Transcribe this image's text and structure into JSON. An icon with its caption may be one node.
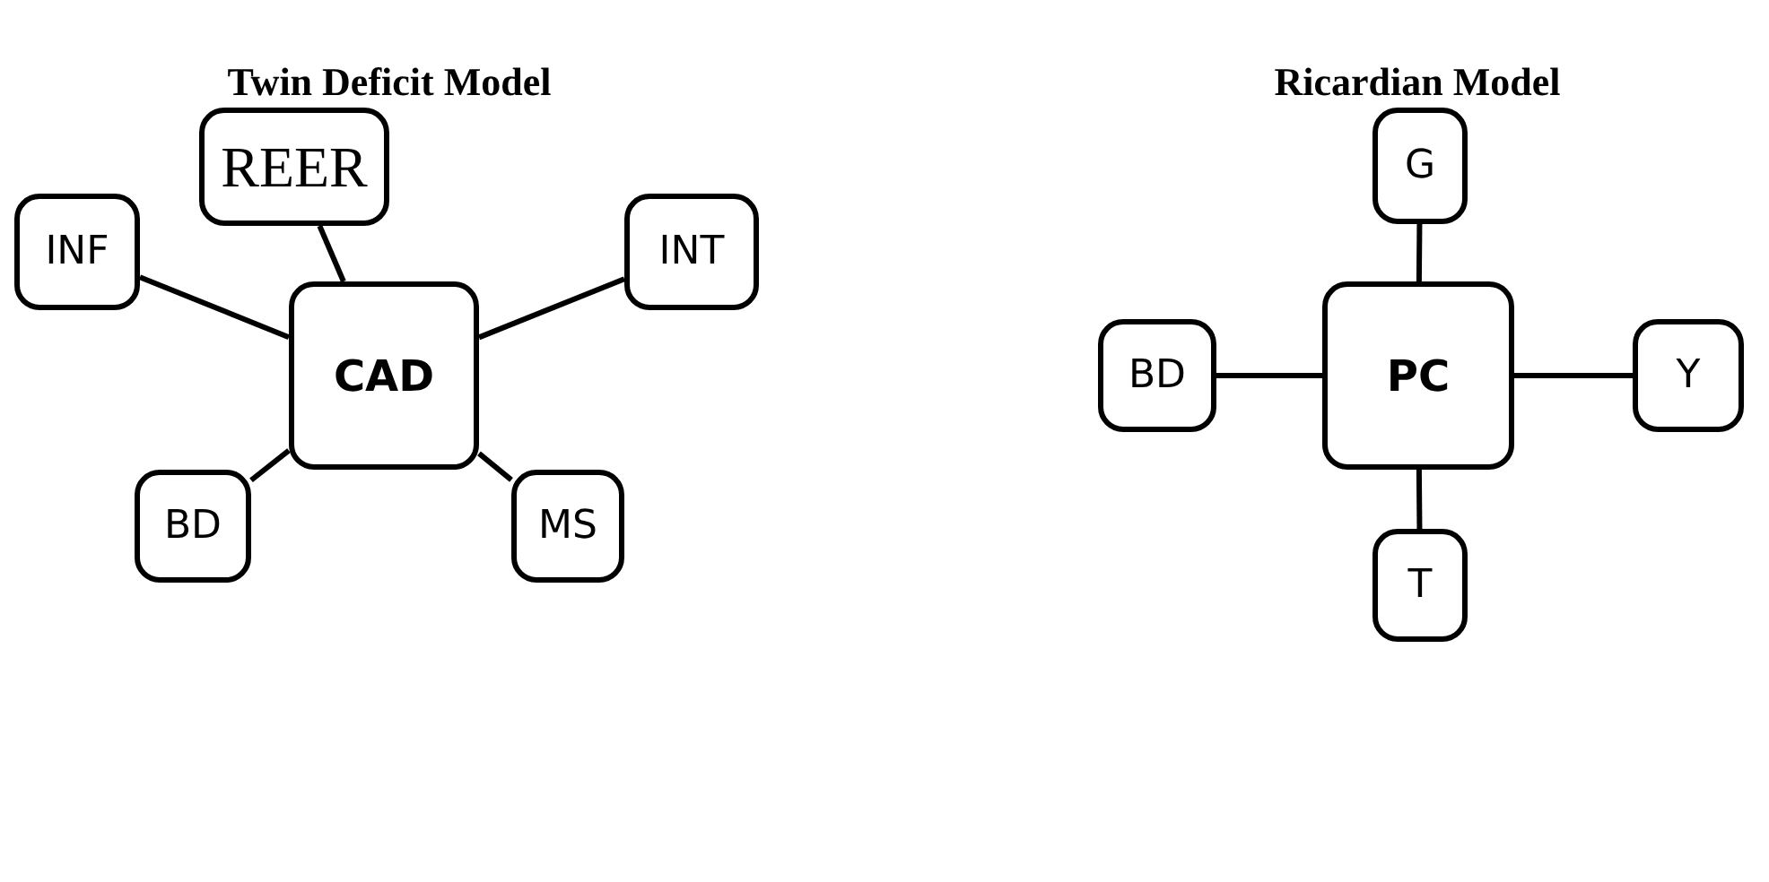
{
  "diagram": {
    "nodes": [
      {
        "text": [
          "CAD"
        ]
      },
      {
        "text": [
          "REER"
        ]
      },
      {
        "text": [
          "INF"
        ]
      },
      {
        "text": [
          "INT"
        ]
      },
      {
        "text": [
          "BD"
        ]
      },
      {
        "text": [
          "MS"
        ]
      },
      {
        "text": [
          "PC"
        ]
      },
      {
        "text": [
          "G"
        ]
      },
      {
        "text": [
          "BD"
        ]
      },
      {
        "text": [
          "Y"
        ]
      },
      {
        "text": [
          "T"
        ]
      }
    ],
    "edges": [
      {
        "from": 0,
        "to": 1,
        "arrow": "none"
      },
      {
        "from": 0,
        "to": 2,
        "arrow": "none"
      },
      {
        "from": 0,
        "to": 3,
        "arrow": "none"
      },
      {
        "from": 0,
        "to": 4,
        "arrow": "none"
      },
      {
        "from": 0,
        "to": 5,
        "arrow": "none"
      },
      {
        "from": 6,
        "to": 7,
        "arrow": "none"
      },
      {
        "from": 6,
        "to": 8,
        "arrow": "none"
      },
      {
        "from": 6,
        "to": 9,
        "arrow": "none"
      },
      {
        "from": 6,
        "to": 10,
        "arrow": "none"
      }
    ],
    "labels": [
      "Twin Deficit Model",
      "Ricardian Model"
    ]
  }
}
